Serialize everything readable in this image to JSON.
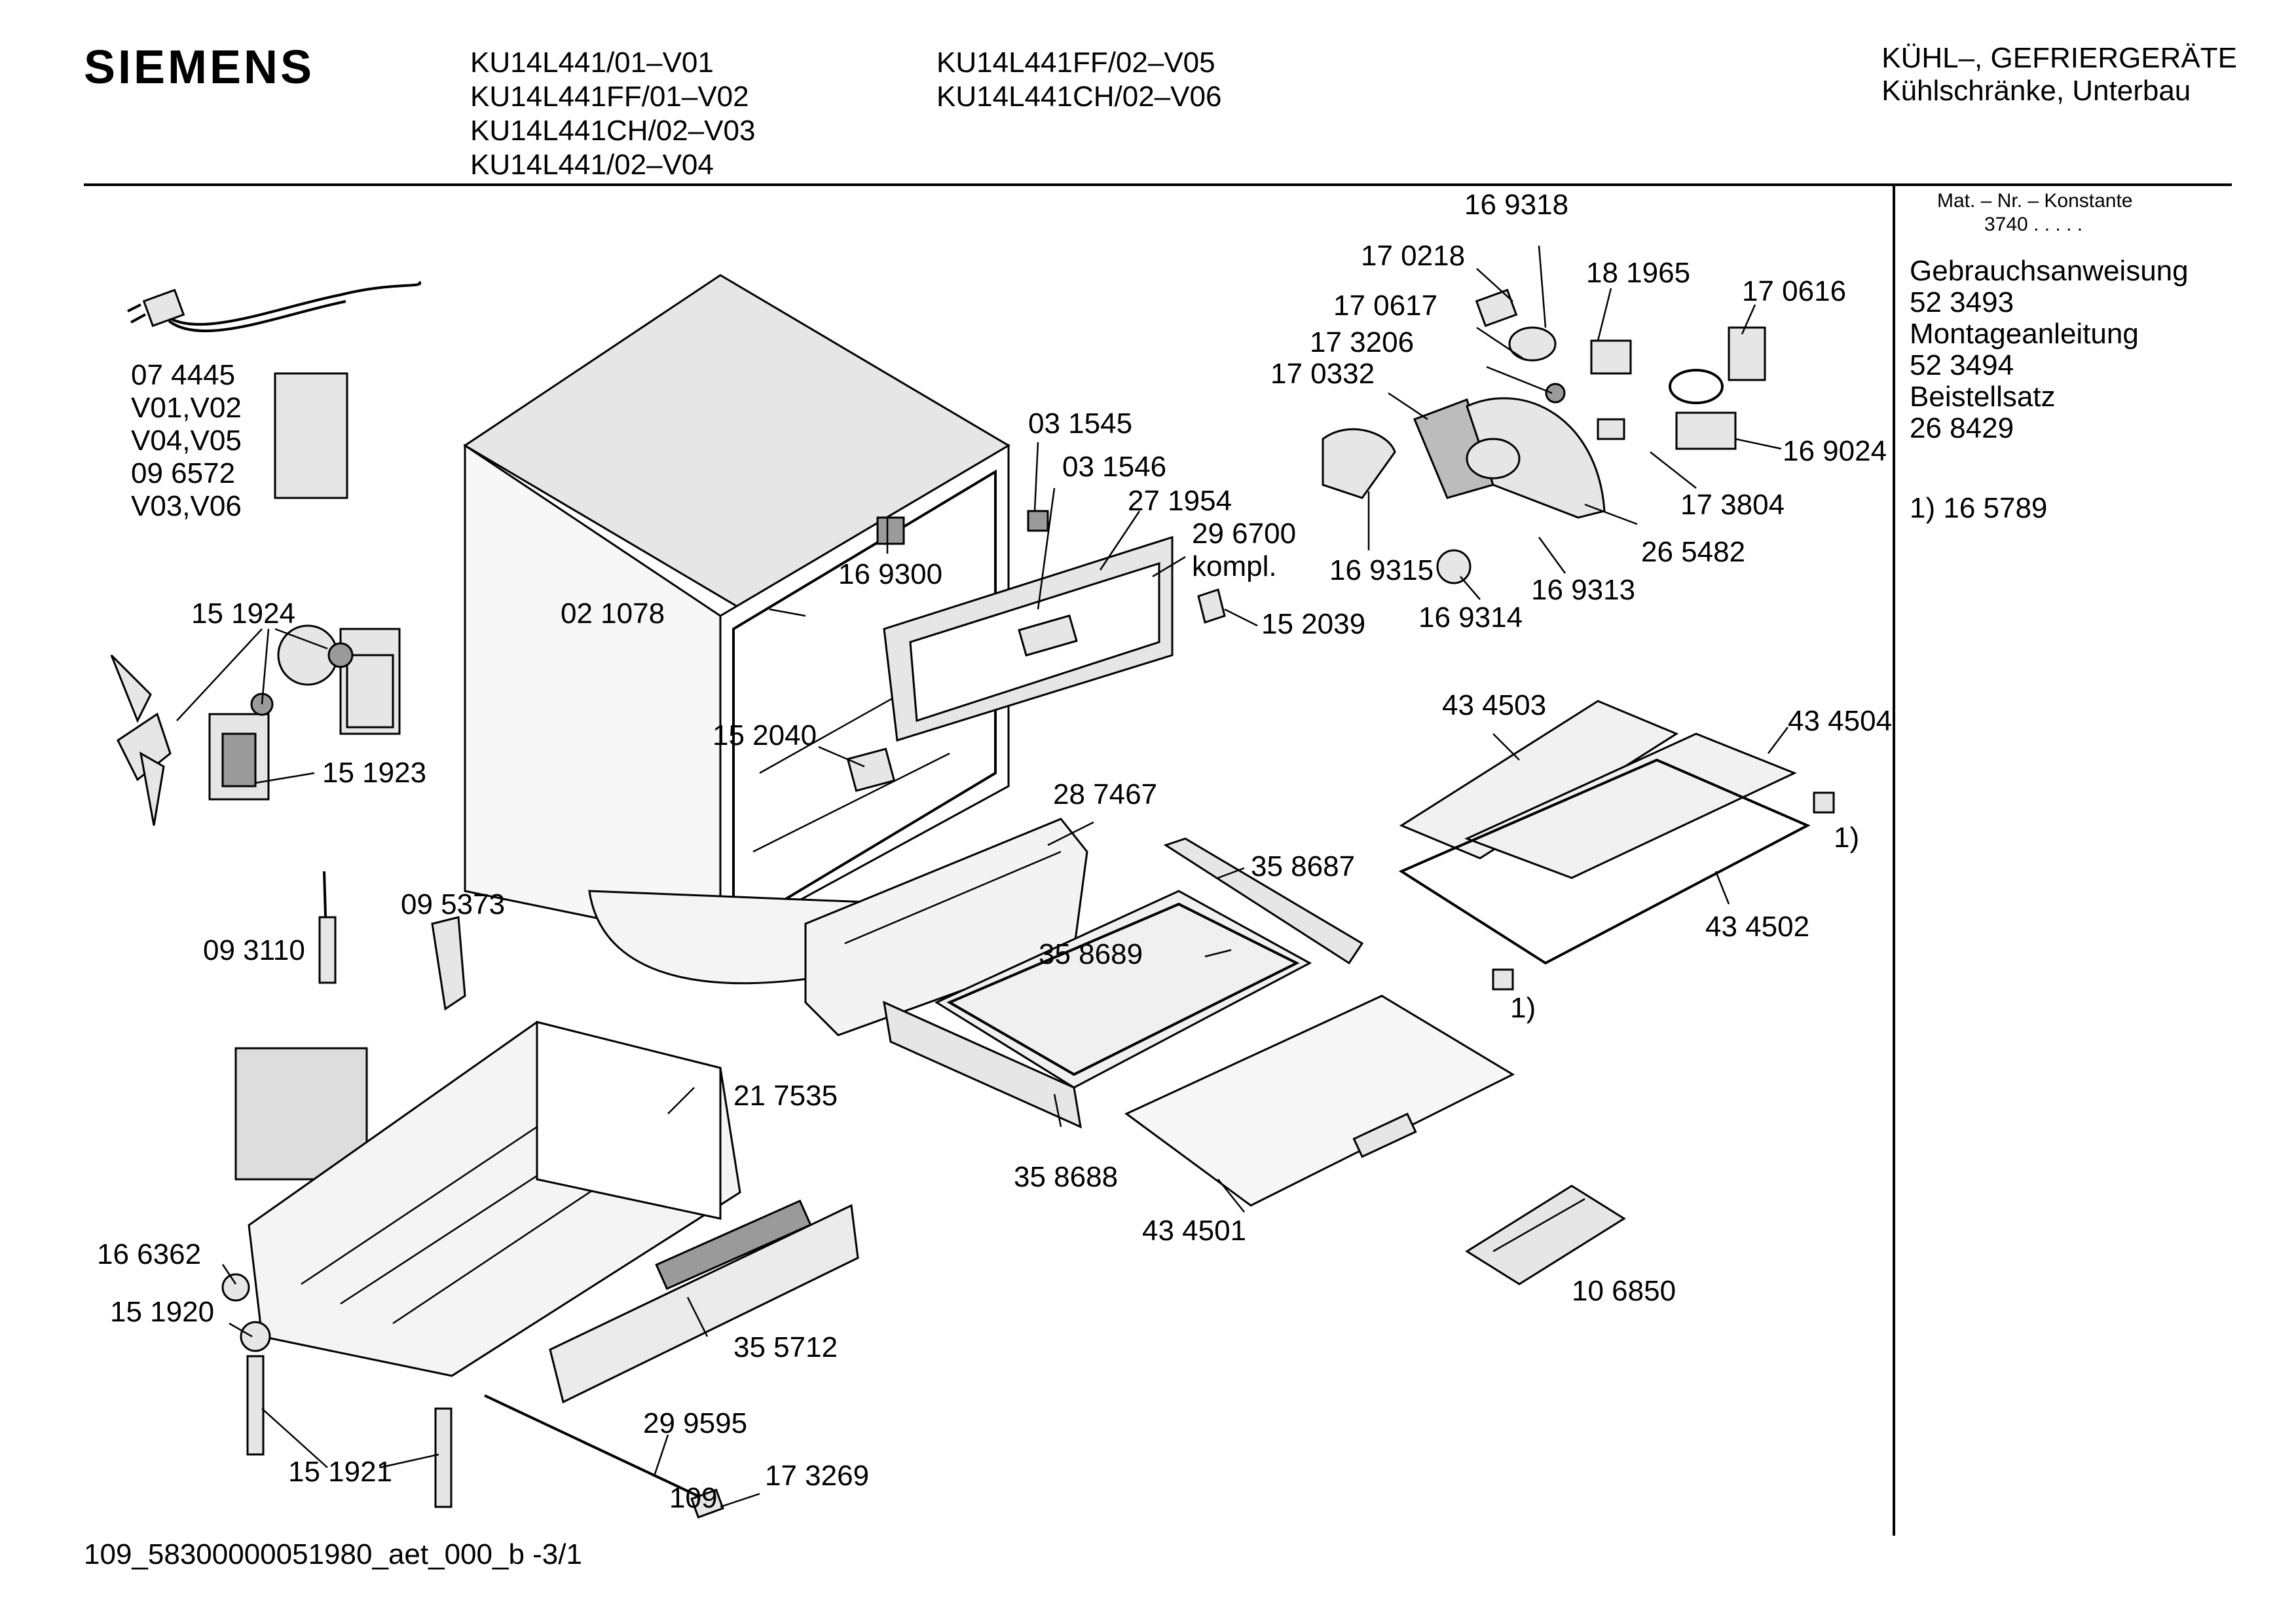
{
  "header": {
    "brand": "SIEMENS",
    "models_col1": [
      "KU14L441/01–V01",
      "KU14L441FF/01–V02",
      "KU14L441CH/02–V03",
      "KU14L441/02–V04"
    ],
    "models_col2": [
      "KU14L441FF/02–V05",
      "KU14L441CH/02–V06"
    ],
    "category_line1": "KÜHL–, GEFRIERGERÄTE",
    "category_line2": "Kühlschränke, Unterbau"
  },
  "side_panel": {
    "mat_label": "Mat. – Nr. – Konstante",
    "mat_value": "3740  .  .  .  .  .",
    "items": [
      "Gebrauchsanweisung",
      "52 3493",
      "Montageanleitung",
      "52 3494",
      "Beistellsatz",
      "26 8429"
    ],
    "note": "1)  16 5789"
  },
  "part_labels": [
    "07 4445",
    "V01,V02",
    "V04,V05",
    "09 6572",
    "V03,V06",
    "15 1924",
    "15 1923",
    "09 3110",
    "09 5373",
    "21 7535",
    "16 6362",
    "15 1920",
    "15 1921",
    "35 5712",
    "29 9595",
    "109",
    "17 3269",
    "02 1078",
    "16 9300",
    "03 1545",
    "03 1546",
    "27 1954",
    "29 6700",
    "kompl.",
    "15 2039",
    "15 2040",
    "28 7467",
    "35 8687",
    "35 8689",
    "35 8688",
    "43 4501",
    "10 6850",
    "16 9318",
    "17 0218",
    "18 1965",
    "17 0616",
    "17 0617",
    "17 3206",
    "17 0332",
    "16 9024",
    "17 3804",
    "26 5482",
    "16 9315",
    "16 9314",
    "16 9313",
    "43 4503",
    "43 4504",
    "1)",
    "43 4502",
    "1)"
  ],
  "footer": "109_58300000051980_aet_000_b  -3/1"
}
